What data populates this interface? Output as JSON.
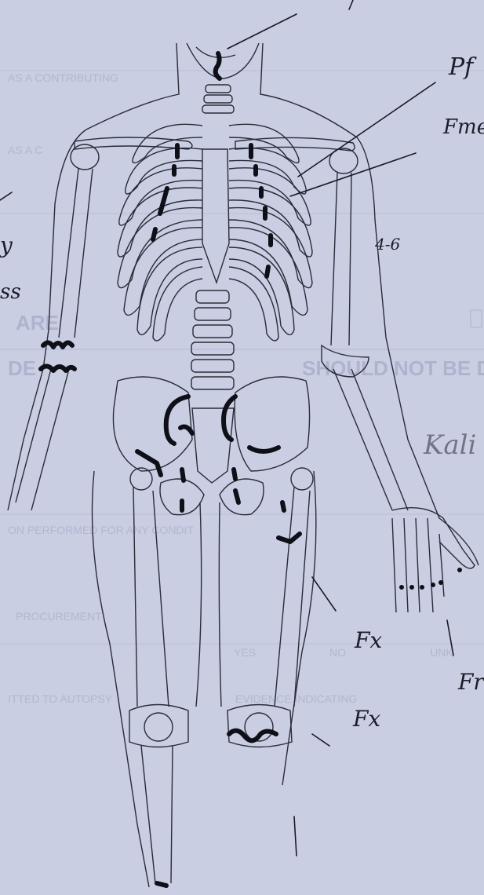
{
  "form_background_text": {
    "line1": "AS A CONTRIBUTING",
    "line2": "AS A C",
    "line3": "ARE",
    "line4": "DE",
    "line5": "SHOULD NOT BE DE",
    "line6": "ON PERFORMED FOR ANY CONDIT",
    "line7": "PROCUREMENT",
    "line8": "ITTED TO AUTOPSY",
    "line9": "EVIDENCE INDICATING",
    "line10": "YES",
    "line11": "NO",
    "line12": "UNK"
  },
  "handwritten_annotations": {
    "top_right_1": "Pf",
    "top_right_2": "Fme",
    "rib_label": "4-6",
    "left_scribble_1": "y",
    "left_scribble_2": "ss",
    "fx_thigh": "Fx",
    "fx_knee": "Fx",
    "fx_hand": "Fr",
    "signature": "Kali"
  },
  "colors": {
    "paper": "#c9cee3",
    "line_drawing": "#2b2b38",
    "marker_ink": "#0f0f18",
    "faded_print": "#7d84a8"
  }
}
